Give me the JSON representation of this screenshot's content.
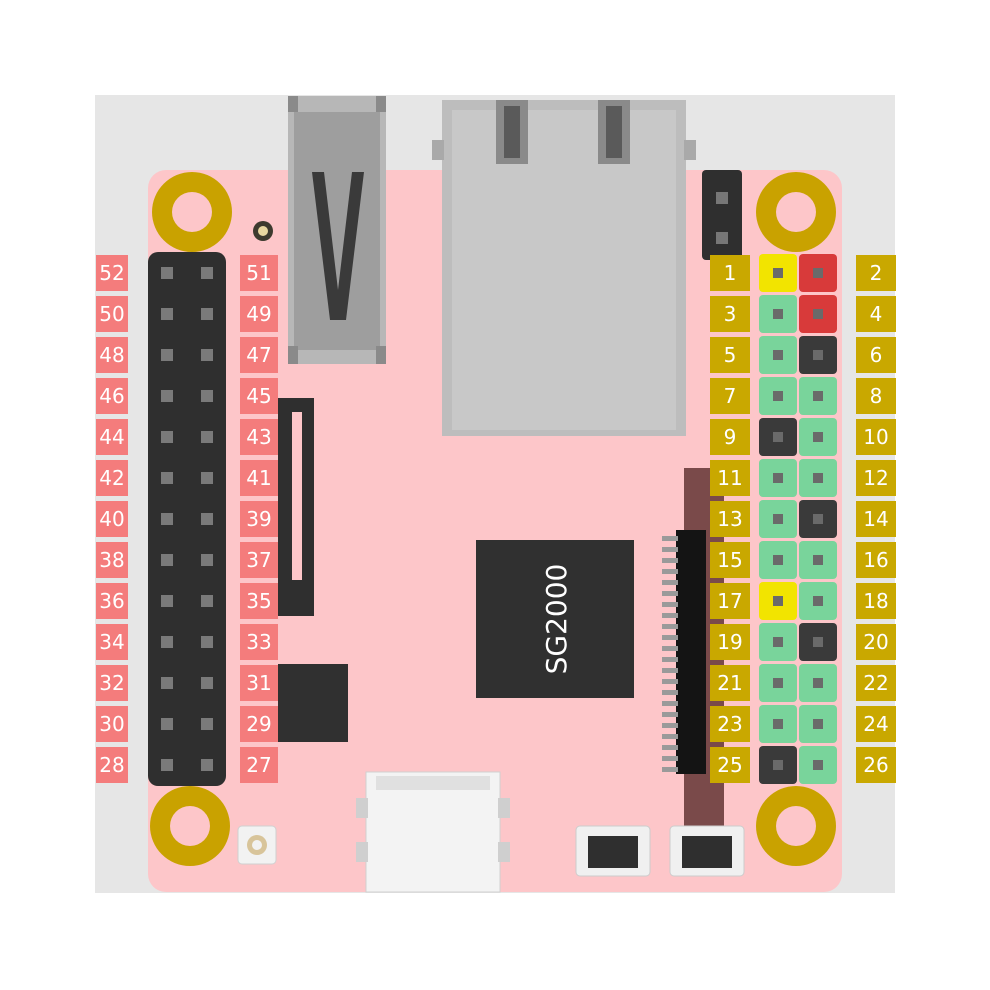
{
  "chip": {
    "label": "SG2000"
  },
  "left_labels": {
    "outer": [
      "52",
      "50",
      "48",
      "46",
      "44",
      "42",
      "40",
      "38",
      "36",
      "34",
      "32",
      "30",
      "28"
    ],
    "inner": [
      "51",
      "49",
      "47",
      "45",
      "43",
      "41",
      "39",
      "37",
      "35",
      "33",
      "31",
      "29",
      "27"
    ]
  },
  "right_labels": {
    "odd": [
      "1",
      "3",
      "5",
      "7",
      "9",
      "11",
      "13",
      "15",
      "17",
      "19",
      "21",
      "23",
      "25"
    ],
    "even": [
      "2",
      "4",
      "6",
      "8",
      "10",
      "12",
      "14",
      "16",
      "18",
      "20",
      "22",
      "24",
      "26"
    ]
  },
  "right_pins": {
    "odd_colors": [
      "#f2e400",
      "#79d49b",
      "#79d49b",
      "#79d49b",
      "#3a3a3a",
      "#79d49b",
      "#79d49b",
      "#79d49b",
      "#f2e400",
      "#79d49b",
      "#79d49b",
      "#79d49b",
      "#3a3a3a"
    ],
    "even_colors": [
      "#d83a3a",
      "#d83a3a",
      "#3a3a3a",
      "#79d49b",
      "#79d49b",
      "#79d49b",
      "#3a3a3a",
      "#79d49b",
      "#79d49b",
      "#3a3a3a",
      "#79d49b",
      "#79d49b",
      "#79d49b"
    ]
  },
  "colors": {
    "board": "#fdc6c9",
    "gold": "#c9a200",
    "left_label_bg": "#f47c7c",
    "right_label_bg": "#c9a800",
    "header_black": "#2f2f2f",
    "pin_green": "#79d49b",
    "pin_yellow": "#f2e400",
    "pin_red": "#d83a3a"
  }
}
